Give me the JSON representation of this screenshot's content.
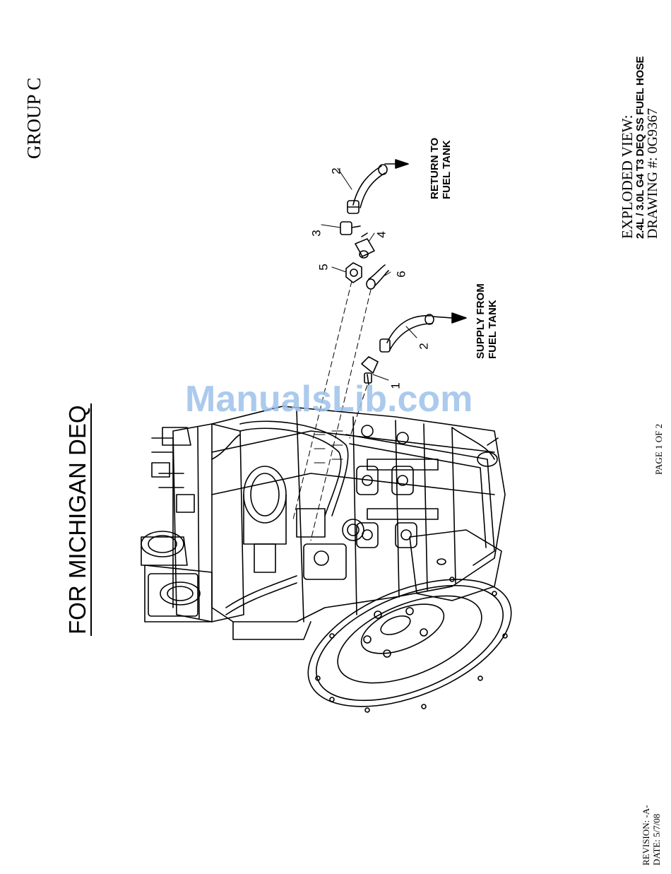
{
  "group_label": "GROUP C",
  "title_block": {
    "line1": "EXPLODED VIEW:",
    "line2": "2.4L / 3.0L G4 T3 DEQ SS FUEL HOSE",
    "line3": "DRAWING #: 0G9367"
  },
  "page_title": "FOR MICHIGAN DEQ",
  "page_number": "PAGE 1 OF 2",
  "revision": "REVISION: -A-",
  "date": "DATE: 5/7/08",
  "callouts": {
    "return_line1": "RETURN TO",
    "return_line2": "FUEL TANK",
    "supply_line1": "SUPPLY FROM",
    "supply_line2": "FUEL TANK"
  },
  "item_numbers": {
    "n1": "1",
    "n2a": "2",
    "n2b": "2",
    "n3": "3",
    "n4": "4",
    "n5": "5",
    "n6": "6"
  },
  "watermark": "ManualsLib.com"
}
